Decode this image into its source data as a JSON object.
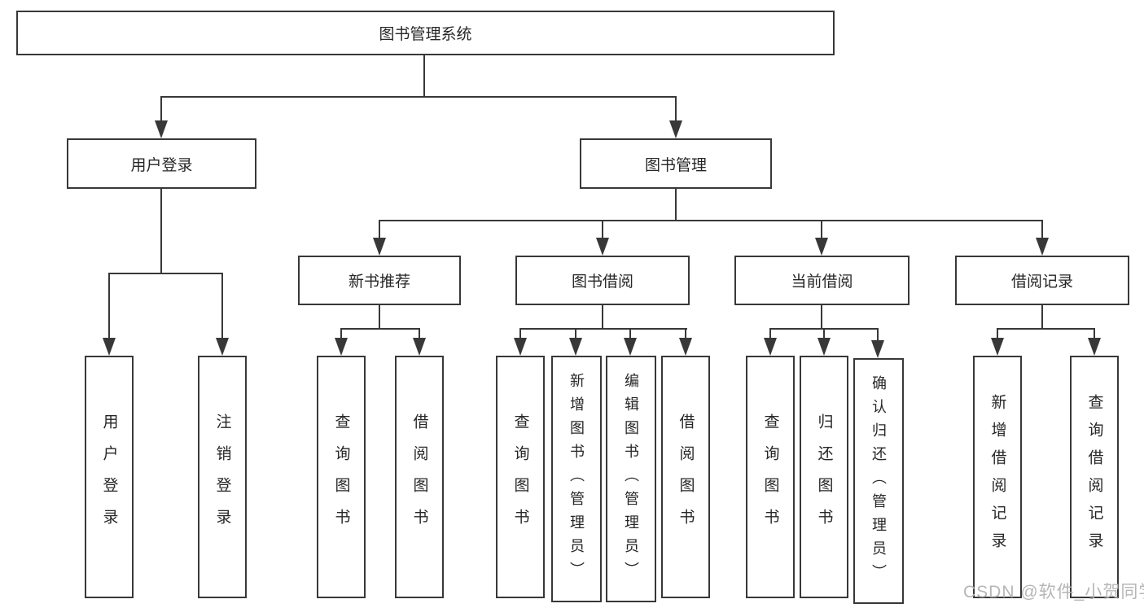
{
  "title": "图书管理系统",
  "level2": {
    "user_login": "用户登录",
    "book_mgmt": "图书管理"
  },
  "level3": {
    "new_book": "新书推荐",
    "borrow": "图书借阅",
    "current": "当前借阅",
    "records": "借阅记录"
  },
  "leaves": {
    "user_login": [
      "用户登录",
      "注销登录"
    ],
    "new_book": [
      "查询图书",
      "借阅图书"
    ],
    "borrow": [
      "查询图书",
      "新增图书（管理员）",
      "编辑图书（管理员）",
      "借阅图书"
    ],
    "current": [
      "查询图书",
      "归还图书",
      "确认归还（管理员）"
    ],
    "records": [
      "新增借阅记录",
      "查询借阅记录"
    ]
  },
  "watermark": "CSDN @软件_小贺同学",
  "colors": {
    "line": "#383838",
    "text": "#262626",
    "watermark": "#b2b2b2",
    "background": "#ffffff"
  }
}
